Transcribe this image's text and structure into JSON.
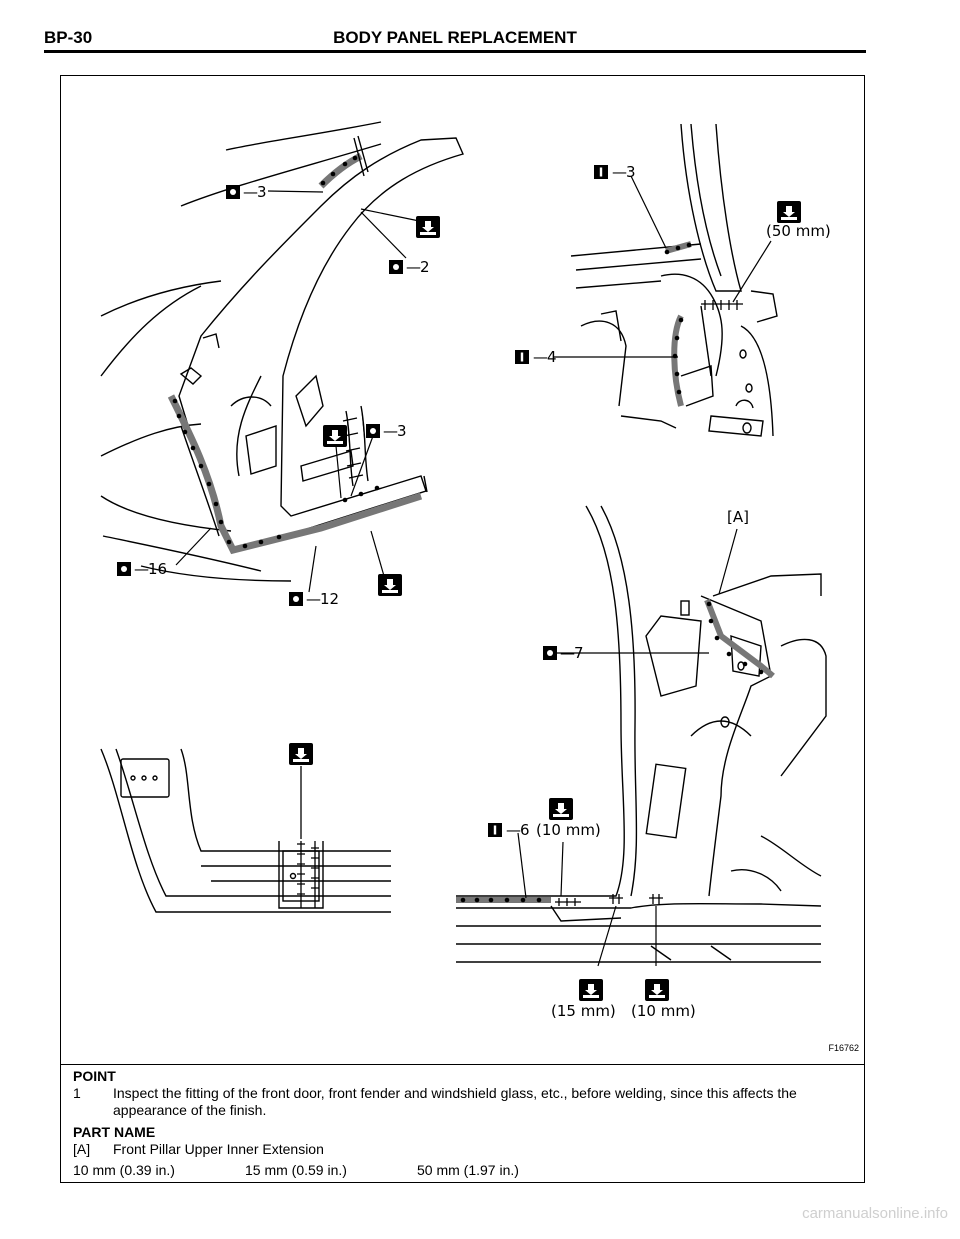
{
  "header": {
    "code": "BP-30",
    "title": "BODY PANEL REPLACEMENT"
  },
  "figure": {
    "number": "F16762",
    "callouts": {
      "tl_o3": "3",
      "tl_o2": "2",
      "tl_o3b": "3",
      "tl_o16": "16",
      "tl_o12": "12",
      "tr_i3": "3",
      "tr_i4": "4",
      "tr_50": "(50 mm)",
      "br_a": "[A]",
      "br_o7": "7",
      "br_i6": "6",
      "br_10a": "(10 mm)",
      "br_15": "(15 mm)",
      "br_10b": "(10 mm)"
    }
  },
  "point": {
    "heading": "POINT",
    "items": [
      {
        "num": "1",
        "text": "Inspect the fitting of the front door, front fender and windshield glass, etc., before welding, since this affects the appearance of the finish."
      }
    ]
  },
  "part_name": {
    "heading": "PART NAME",
    "items": [
      {
        "key": "[A]",
        "text": "Front Pillar Upper Inner Extension"
      }
    ]
  },
  "sizes": [
    "10 mm (0.39 in.)",
    "15 mm (0.59 in.)",
    "50 mm (1.97 in.)"
  ],
  "watermark": "carmanualsonline.info"
}
